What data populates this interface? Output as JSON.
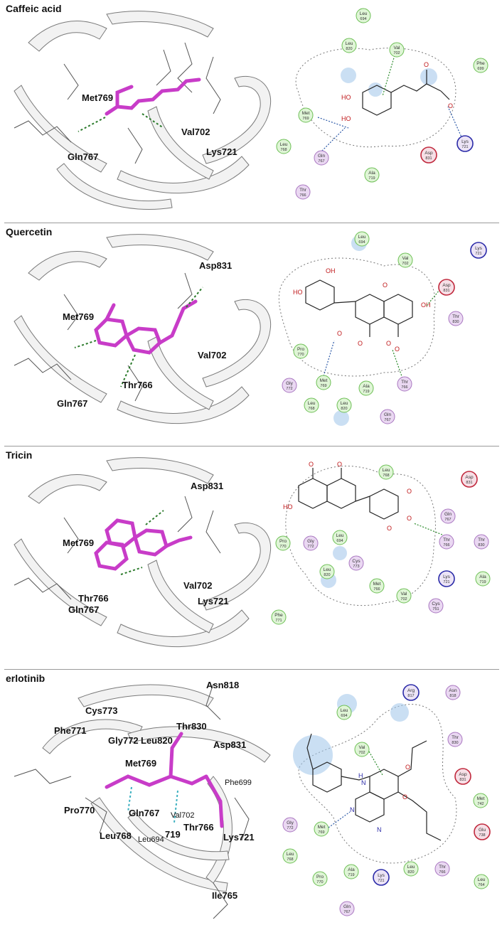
{
  "panels": [
    {
      "title": "Caffeic acid",
      "labels3d": [
        "Met769",
        "Gln767",
        "Val702",
        "Lys721"
      ],
      "residues2d": [
        {
          "name": "Leu",
          "num": "694",
          "cls": "hyd"
        },
        {
          "name": "Leu",
          "num": "820",
          "cls": "hyd"
        },
        {
          "name": "Val",
          "num": "702",
          "cls": "hyd"
        },
        {
          "name": "Phe",
          "num": "699",
          "cls": "hyd"
        },
        {
          "name": "Met",
          "num": "769",
          "cls": "hyd"
        },
        {
          "name": "Leu",
          "num": "768",
          "cls": "hyd"
        },
        {
          "name": "Gln",
          "num": "767",
          "cls": "polar"
        },
        {
          "name": "Ala",
          "num": "719",
          "cls": "hyd"
        },
        {
          "name": "Thr",
          "num": "766",
          "cls": "polar"
        },
        {
          "name": "Asp",
          "num": "831",
          "cls": "acid"
        },
        {
          "name": "Lys",
          "num": "721",
          "cls": "base"
        }
      ],
      "atoms": [
        "HO",
        "HO",
        "O",
        "O"
      ]
    },
    {
      "title": "Quercetin",
      "labels3d": [
        "Asp831",
        "Met769",
        "Val702",
        "Thr766",
        "Gln767"
      ],
      "residues2d": [
        {
          "name": "Leu",
          "num": "694",
          "cls": "hyd"
        },
        {
          "name": "Val",
          "num": "702",
          "cls": "hyd"
        },
        {
          "name": "Lys",
          "num": "721",
          "cls": "base"
        },
        {
          "name": "Asp",
          "num": "831",
          "cls": "acid"
        },
        {
          "name": "Thr",
          "num": "830",
          "cls": "polar"
        },
        {
          "name": "Pro",
          "num": "770",
          "cls": "hyd"
        },
        {
          "name": "Gly",
          "num": "772",
          "cls": "polar"
        },
        {
          "name": "Met",
          "num": "769",
          "cls": "hyd"
        },
        {
          "name": "Ala",
          "num": "719",
          "cls": "hyd"
        },
        {
          "name": "Thr",
          "num": "766",
          "cls": "polar"
        },
        {
          "name": "Leu",
          "num": "768",
          "cls": "hyd"
        },
        {
          "name": "Leu",
          "num": "820",
          "cls": "hyd"
        },
        {
          "name": "Gln",
          "num": "767",
          "cls": "polar"
        }
      ],
      "atoms": [
        "OH",
        "HO",
        "OH",
        "O",
        "O",
        "O",
        "O",
        "O"
      ]
    },
    {
      "title": "Tricin",
      "labels3d": [
        "Asp831",
        "Met769",
        "Val702",
        "Thr766",
        "Lys721",
        "Gln767"
      ],
      "residues2d": [
        {
          "name": "Leu",
          "num": "768",
          "cls": "hyd"
        },
        {
          "name": "Asp",
          "num": "831",
          "cls": "acid"
        },
        {
          "name": "Gln",
          "num": "767",
          "cls": "polar"
        },
        {
          "name": "Thr",
          "num": "766",
          "cls": "polar"
        },
        {
          "name": "Thr",
          "num": "830",
          "cls": "polar"
        },
        {
          "name": "Pro",
          "num": "770",
          "cls": "hyd"
        },
        {
          "name": "Gly",
          "num": "772",
          "cls": "polar"
        },
        {
          "name": "Leu",
          "num": "694",
          "cls": "hyd"
        },
        {
          "name": "Leu",
          "num": "820",
          "cls": "hyd"
        },
        {
          "name": "Cys",
          "num": "773",
          "cls": "polar"
        },
        {
          "name": "Met",
          "num": "766",
          "cls": "hyd"
        },
        {
          "name": "Val",
          "num": "702",
          "cls": "hyd"
        },
        {
          "name": "Lys",
          "num": "721",
          "cls": "base"
        },
        {
          "name": "Ala",
          "num": "719",
          "cls": "hyd"
        },
        {
          "name": "Cys",
          "num": "751",
          "cls": "polar"
        },
        {
          "name": "Phe",
          "num": "771",
          "cls": "hyd"
        }
      ],
      "atoms": [
        "O",
        "O",
        "HO",
        "O",
        "O",
        "O"
      ]
    },
    {
      "title": "erlotinib",
      "labels3d": [
        "Asn818",
        "Cys773",
        "Thr830",
        "Leu820",
        "Phe771",
        "Gly772",
        "Asp831",
        "Met769",
        "Phe699",
        "Pro770",
        "Gln767",
        "Val702",
        "Thr766",
        "Leu768",
        "Leu694",
        "719",
        "Lys721",
        "Ile765"
      ],
      "residues2d": [
        {
          "name": "Arg",
          "num": "817",
          "cls": "base"
        },
        {
          "name": "Asn",
          "num": "818",
          "cls": "polar"
        },
        {
          "name": "Leu",
          "num": "694",
          "cls": "hyd"
        },
        {
          "name": "Val",
          "num": "702",
          "cls": "hyd"
        },
        {
          "name": "Thr",
          "num": "830",
          "cls": "polar"
        },
        {
          "name": "Asp",
          "num": "831",
          "cls": "acid"
        },
        {
          "name": "Met",
          "num": "742",
          "cls": "hyd"
        },
        {
          "name": "Gly",
          "num": "772",
          "cls": "polar"
        },
        {
          "name": "Met",
          "num": "769",
          "cls": "hyd"
        },
        {
          "name": "Glu",
          "num": "738",
          "cls": "acid"
        },
        {
          "name": "Leu",
          "num": "768",
          "cls": "hyd"
        },
        {
          "name": "Pro",
          "num": "770",
          "cls": "hyd"
        },
        {
          "name": "Ala",
          "num": "719",
          "cls": "hyd"
        },
        {
          "name": "Lys",
          "num": "721",
          "cls": "base"
        },
        {
          "name": "Leu",
          "num": "820",
          "cls": "hyd"
        },
        {
          "name": "Thr",
          "num": "766",
          "cls": "polar"
        },
        {
          "name": "Leu",
          "num": "764",
          "cls": "hyd"
        },
        {
          "name": "Gln",
          "num": "767",
          "cls": "polar"
        }
      ],
      "atoms": [
        "H",
        "N",
        "N",
        "N",
        "O",
        "O"
      ]
    }
  ],
  "colors": {
    "ligand": "#c83cc8",
    "ribbon": "#f2f2f2",
    "ribbon_edge": "#7a7a7a",
    "hyd_fill": "#dff5d6",
    "hyd_stroke": "#6dbf55",
    "polar_fill": "#ead8f2",
    "polar_stroke": "#a977c0",
    "acid_fill": "#f6dfe6",
    "acid_stroke": "#c0283c",
    "base_fill": "#ece4f6",
    "base_stroke": "#2a2aa8",
    "exposure": "#9fc4ea",
    "hbond": "#2d5aa8",
    "pi_h": "#2a8a2a"
  }
}
